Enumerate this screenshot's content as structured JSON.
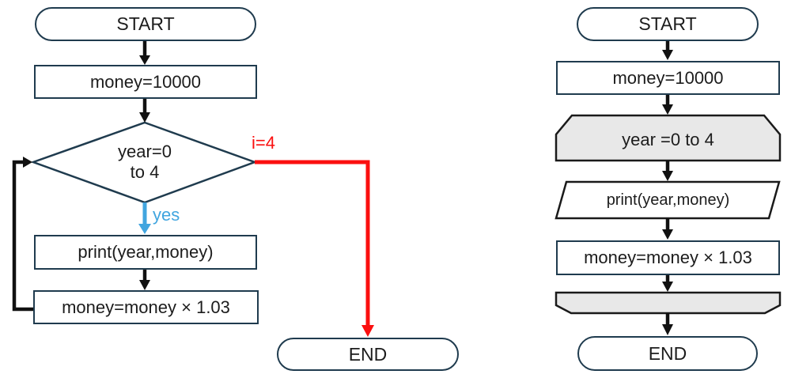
{
  "colors": {
    "background": "#ffffff",
    "shape_border_navy": "#1f3b4e",
    "loop_border_black": "#1a1a1a",
    "connector_black": "#111111",
    "loop_fill_gray": "#e8e8e8",
    "yes_arrow_blue": "#41a5df",
    "exit_arrow_red": "#fb0f0f",
    "text": "#1c1c1c"
  },
  "left_flowchart": {
    "nodes": {
      "start": {
        "type": "terminator",
        "label": "START"
      },
      "init": {
        "type": "process",
        "label": "money=10000"
      },
      "decision": {
        "type": "decision",
        "label_line1": "year=0",
        "label_line2": "to 4"
      },
      "print": {
        "type": "process",
        "label": "print(year,money)"
      },
      "update": {
        "type": "process",
        "label": "money=money × 1.03"
      },
      "end": {
        "type": "terminator",
        "label": "END"
      }
    },
    "edge_labels": {
      "yes_label": "yes",
      "exit_label": "i=4"
    }
  },
  "right_flowchart": {
    "nodes": {
      "start": {
        "type": "terminator",
        "label": "START"
      },
      "init": {
        "type": "process",
        "label": "money=10000"
      },
      "loop_start": {
        "type": "loop-start",
        "label": "year =0 to 4"
      },
      "print": {
        "type": "input-output",
        "label": "print(year,money)"
      },
      "update": {
        "type": "process",
        "label": "money=money × 1.03"
      },
      "loop_end": {
        "type": "loop-end",
        "label": ""
      },
      "end": {
        "type": "terminator",
        "label": "END"
      }
    }
  }
}
